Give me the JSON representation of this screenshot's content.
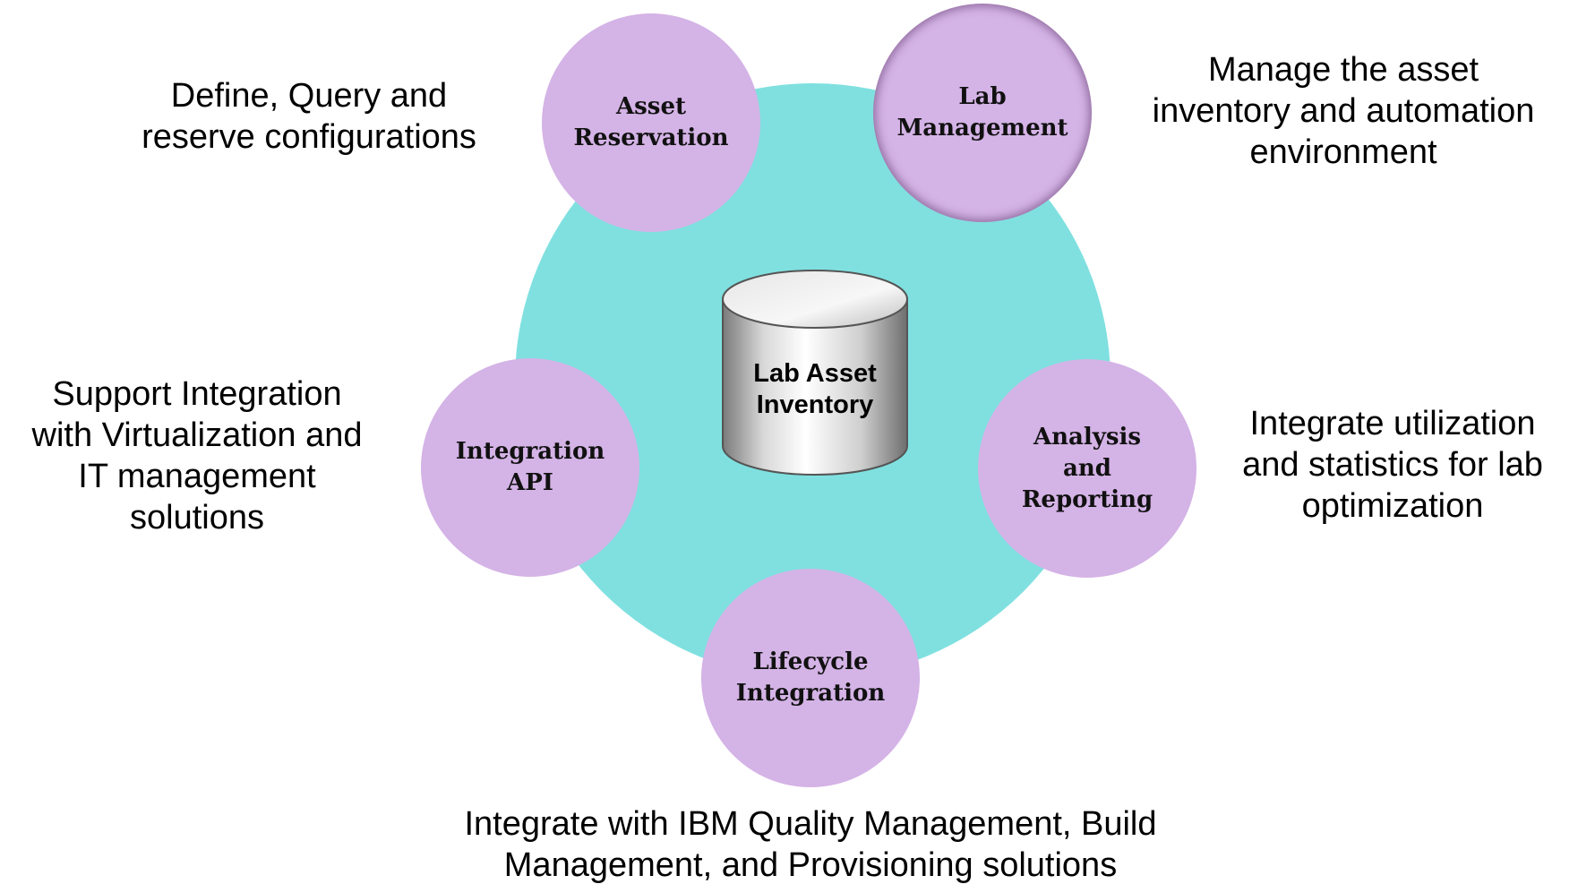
{
  "center": {
    "label": "Lab Asset\nInventory"
  },
  "nodes": {
    "asset_reservation": "Asset\nReservation",
    "lab_management": "Lab\nManagement",
    "analysis_reporting": "Analysis\nand\nReporting",
    "lifecycle_integration": "Lifecycle\nIntegration",
    "integration_api": "Integration\nAPI"
  },
  "captions": {
    "asset_reservation": "Define, Query and\nreserve configurations",
    "lab_management": "Manage the asset\ninventory and automation\nenvironment",
    "analysis_reporting": "Integrate utilization\nand statistics for lab\noptimization",
    "lifecycle_integration": "Integrate with IBM Quality Management, Build\nManagement, and Provisioning solutions",
    "integration_api": "Support Integration\nwith Virtualization and\nIT management\nsolutions"
  },
  "colors": {
    "hub": "#80e0e0",
    "node": "#d4b3e6"
  }
}
